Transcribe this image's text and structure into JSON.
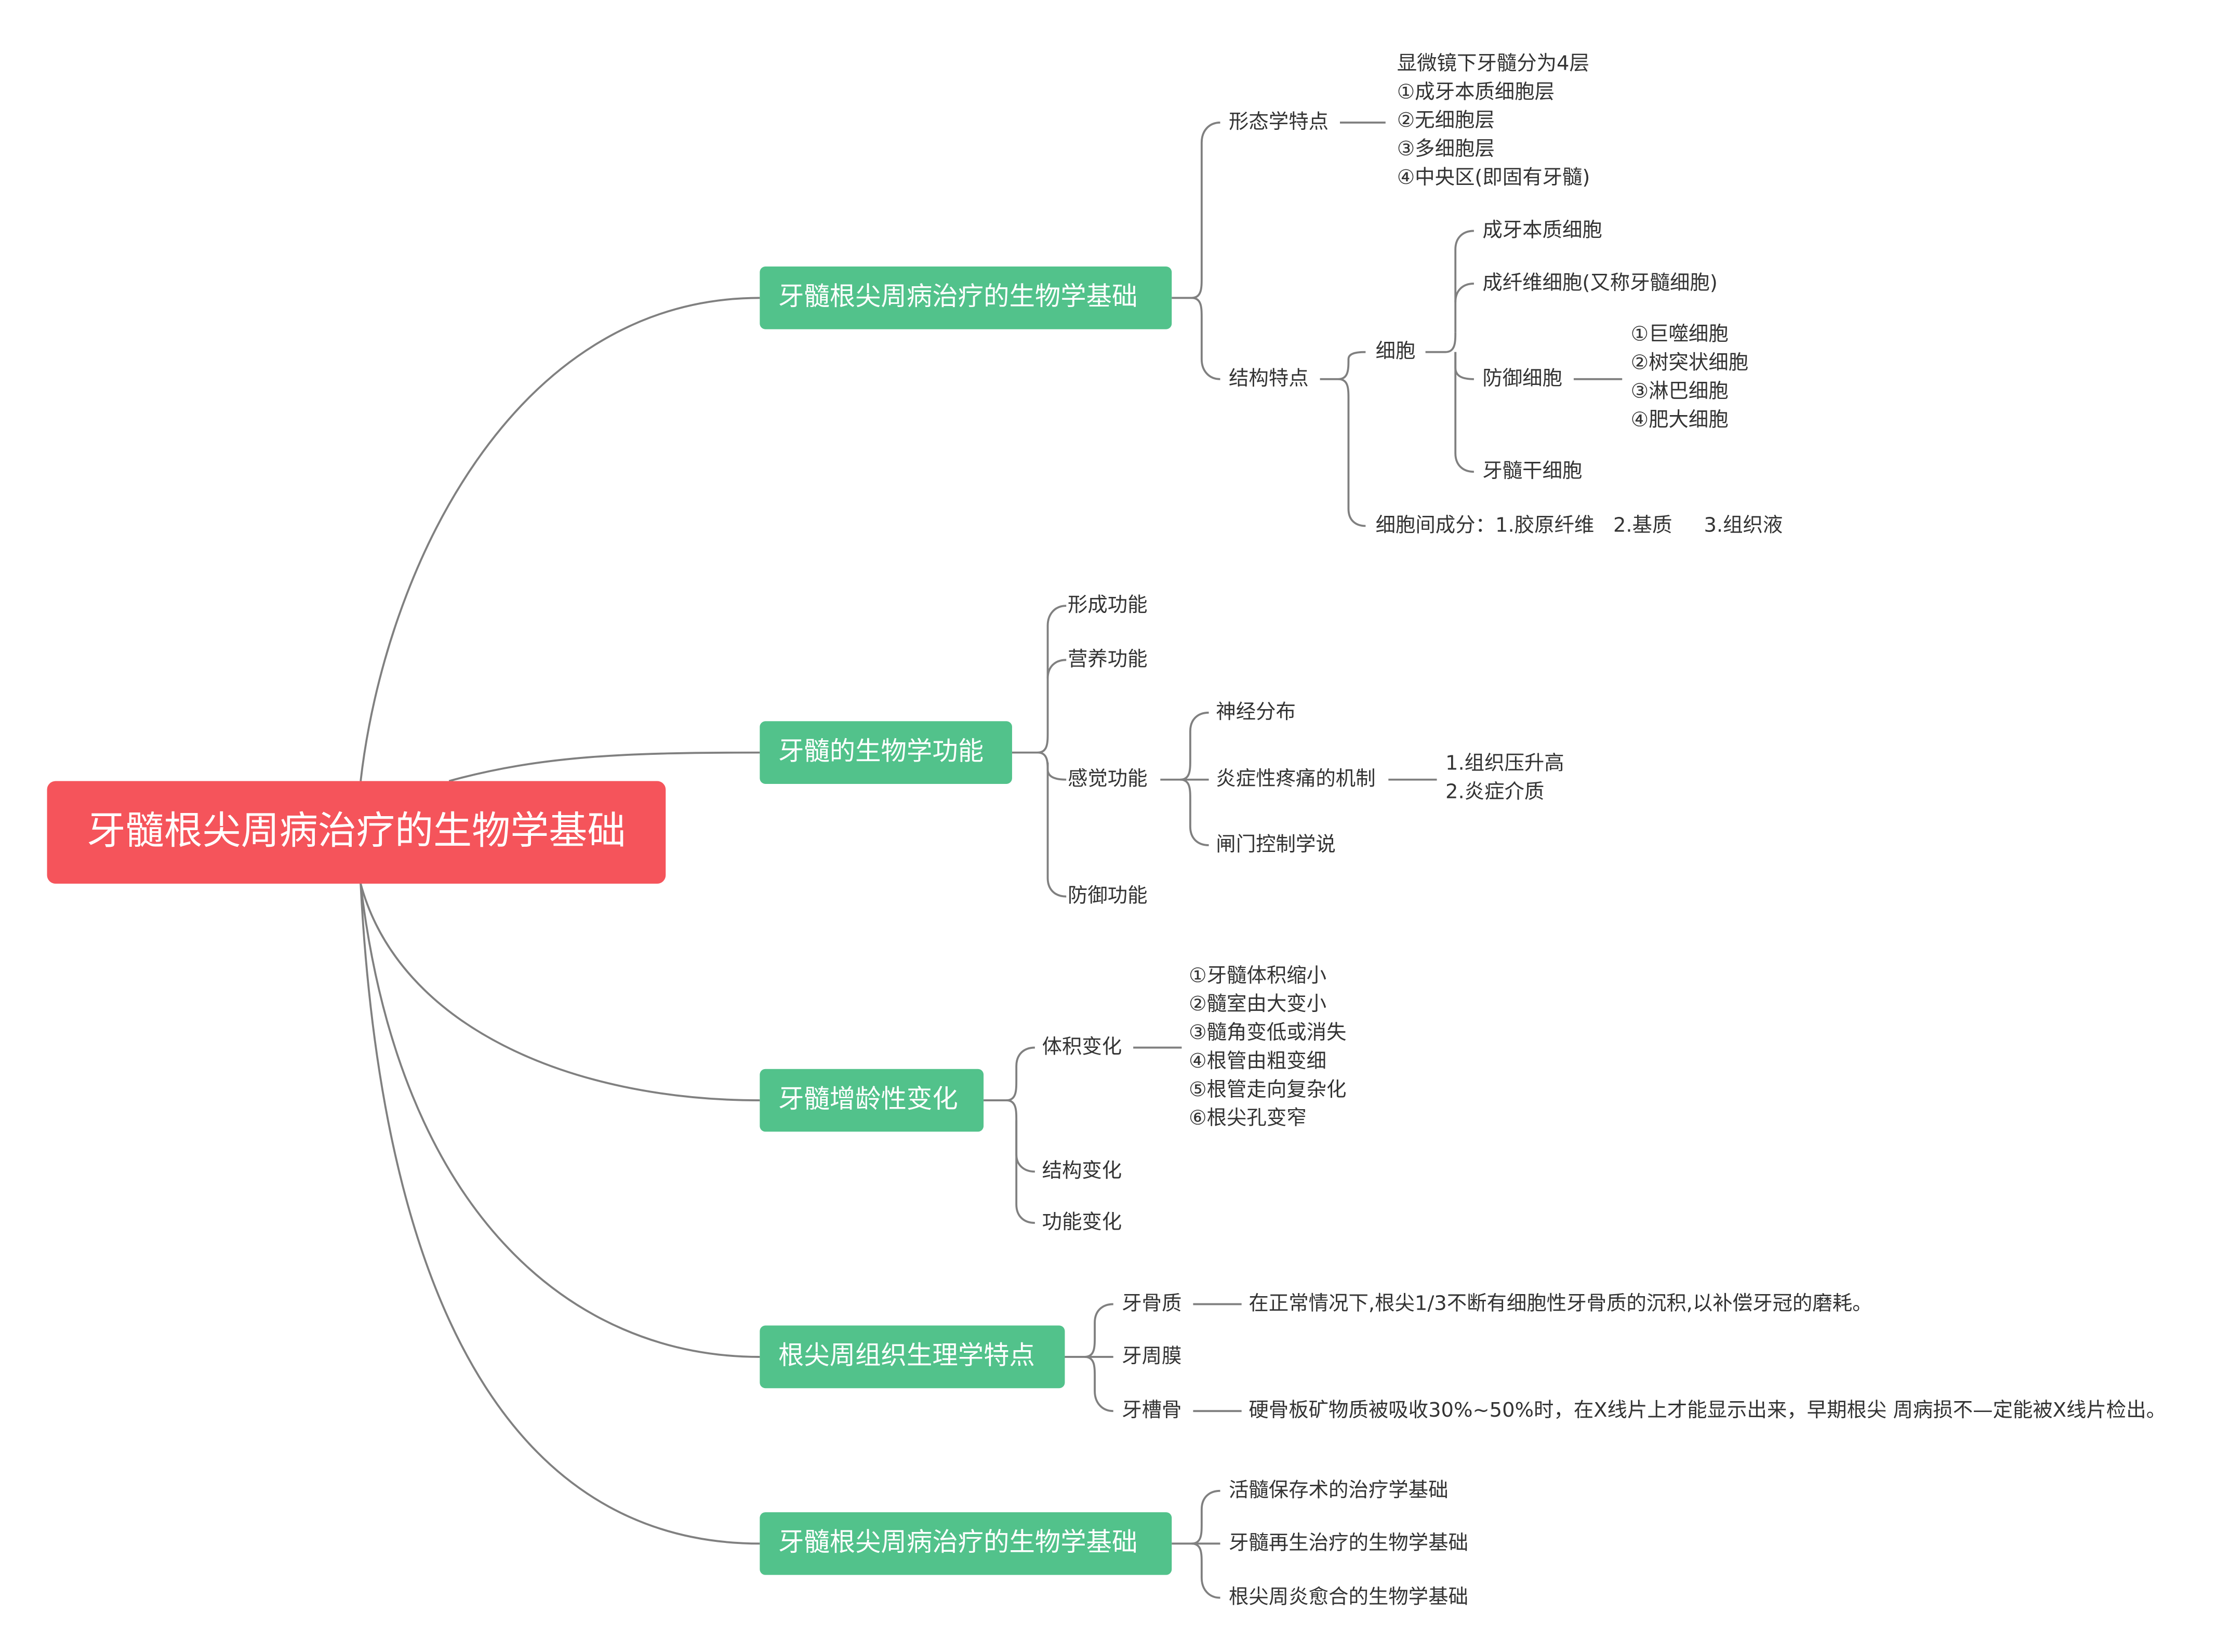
{
  "root": "牙髓根尖周病治疗的生物学基础",
  "topic1": {
    "title": "牙髓根尖周病治疗的生物学基础",
    "morph": {
      "label": "形态学特点",
      "items": [
        "显微镜下牙髓分为4层",
        "①成牙本质细胞层",
        "②无细胞层",
        "③多细胞层",
        "④中央区(即固有牙髓)"
      ]
    },
    "struct": {
      "label": "结构特点",
      "cells": {
        "label": "细胞",
        "odontoblast": "成牙本质细胞",
        "fibroblast": "成纤维细胞(又称牙髓细胞)",
        "defense": {
          "label": "防御细胞",
          "items": [
            "①巨噬细胞",
            "②树突状细胞",
            "③淋巴细胞",
            "④肥大细胞"
          ]
        },
        "stem": "牙髓干细胞"
      },
      "matrix": "细胞间成分：1.胶原纤维   2.基质     3.组织液"
    }
  },
  "topic2": {
    "title": "牙髓的生物学功能",
    "formation": "形成功能",
    "nutrition": "营养功能",
    "sensation": {
      "label": "感觉功能",
      "nerve": "神经分布",
      "pain": {
        "label": "炎症性疼痛的机制",
        "items": [
          "1.组织压升高",
          "2.炎症介质"
        ]
      },
      "gate": "闸门控制学说"
    },
    "defense": "防御功能"
  },
  "topic3": {
    "title": "牙髓增龄性变化",
    "volume": {
      "label": "体积变化",
      "items": [
        "①牙髓体积缩小",
        "②髓室由大变小",
        "③髓角变低或消失",
        "④根管由粗变细",
        "⑤根管走向复杂化",
        "⑥根尖孔变窄"
      ]
    },
    "structure": "结构变化",
    "function": "功能变化"
  },
  "topic4": {
    "title": "根尖周组织生理学特点",
    "cementum": {
      "label": "牙骨质",
      "note": "在正常情况下,根尖1/3不断有细胞性牙骨质的沉积,以补偿牙冠的磨耗。"
    },
    "pdl": "牙周膜",
    "alveolar": {
      "label": "牙槽骨",
      "note": "硬骨板矿物质被吸收30%~50%时，在X线片上才能显示出来，早期根尖 周病损不—定能被X线片检出。"
    }
  },
  "topic5": {
    "title": "牙髓根尖周病治疗的生物学基础",
    "items": [
      "活髓保存术的治疗学基础",
      "牙髓再生治疗的生物学基础",
      "根尖周炎愈合的生物学基础"
    ]
  },
  "colors": {
    "root": "#f5545b",
    "topic": "#52c28b",
    "line": "#808080",
    "text": "#333333"
  }
}
